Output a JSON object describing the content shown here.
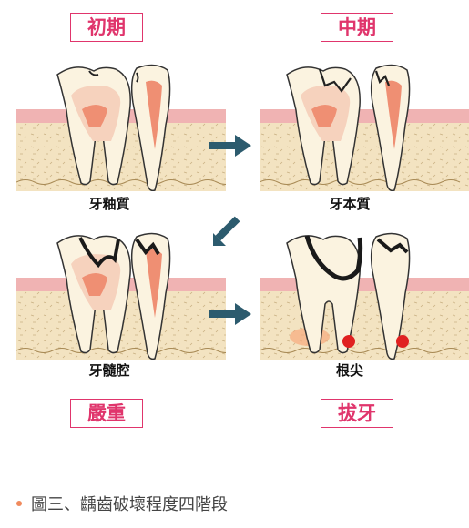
{
  "stages": [
    {
      "label": "初期",
      "caption": "牙釉質"
    },
    {
      "label": "中期",
      "caption": "牙本質"
    },
    {
      "label": "嚴重",
      "caption": "牙髓腔"
    },
    {
      "label": "拔牙",
      "caption": "根尖"
    }
  ],
  "figure_caption": "圖三、齲齒破壞程度四階段",
  "colors": {
    "label_accent": "#e0356c",
    "arrow": "#2c5b6e",
    "gum": "#f0b3b3",
    "bone": "#f3e3c1",
    "pulp": "#ef8f73",
    "decay": "#1a1a1a",
    "infection": "#e02020"
  }
}
